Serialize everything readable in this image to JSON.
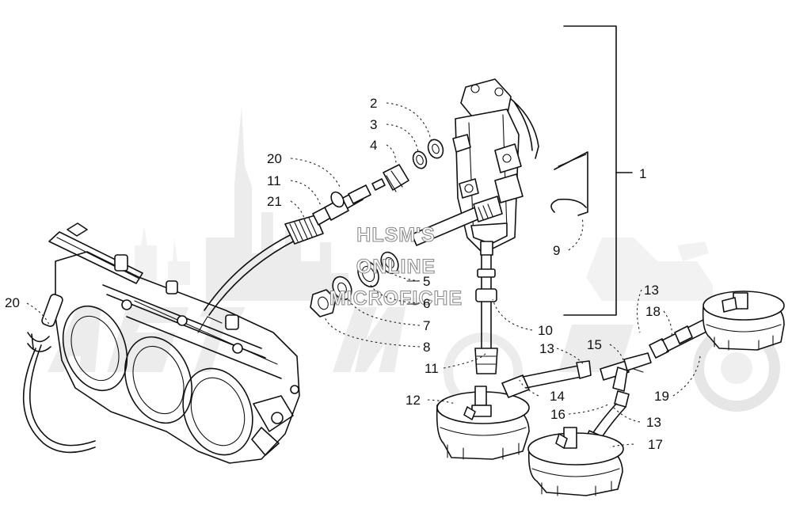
{
  "watermark": {
    "lines": [
      "HLSM'S",
      "ONLINE",
      "MICROFICHE"
    ]
  },
  "callouts": [
    {
      "id": "callout-1",
      "text": "1"
    },
    {
      "id": "callout-2",
      "text": "2"
    },
    {
      "id": "callout-3",
      "text": "3"
    },
    {
      "id": "callout-4",
      "text": "4"
    },
    {
      "id": "callout-5",
      "text": "5"
    },
    {
      "id": "callout-6",
      "text": "6"
    },
    {
      "id": "callout-7",
      "text": "7"
    },
    {
      "id": "callout-8",
      "text": "8"
    },
    {
      "id": "callout-9",
      "text": "9"
    },
    {
      "id": "callout-10",
      "text": "10"
    },
    {
      "id": "callout-11a",
      "text": "11"
    },
    {
      "id": "callout-11b",
      "text": "11"
    },
    {
      "id": "callout-12",
      "text": "12"
    },
    {
      "id": "callout-13a",
      "text": "13"
    },
    {
      "id": "callout-13b",
      "text": "13"
    },
    {
      "id": "callout-13c",
      "text": "13"
    },
    {
      "id": "callout-14",
      "text": "14"
    },
    {
      "id": "callout-15",
      "text": "15"
    },
    {
      "id": "callout-16",
      "text": "16"
    },
    {
      "id": "callout-17",
      "text": "17"
    },
    {
      "id": "callout-18",
      "text": "18"
    },
    {
      "id": "callout-19",
      "text": "19"
    },
    {
      "id": "callout-20a",
      "text": "20"
    },
    {
      "id": "callout-20b",
      "text": "20"
    },
    {
      "id": "callout-21",
      "text": "21"
    }
  ]
}
